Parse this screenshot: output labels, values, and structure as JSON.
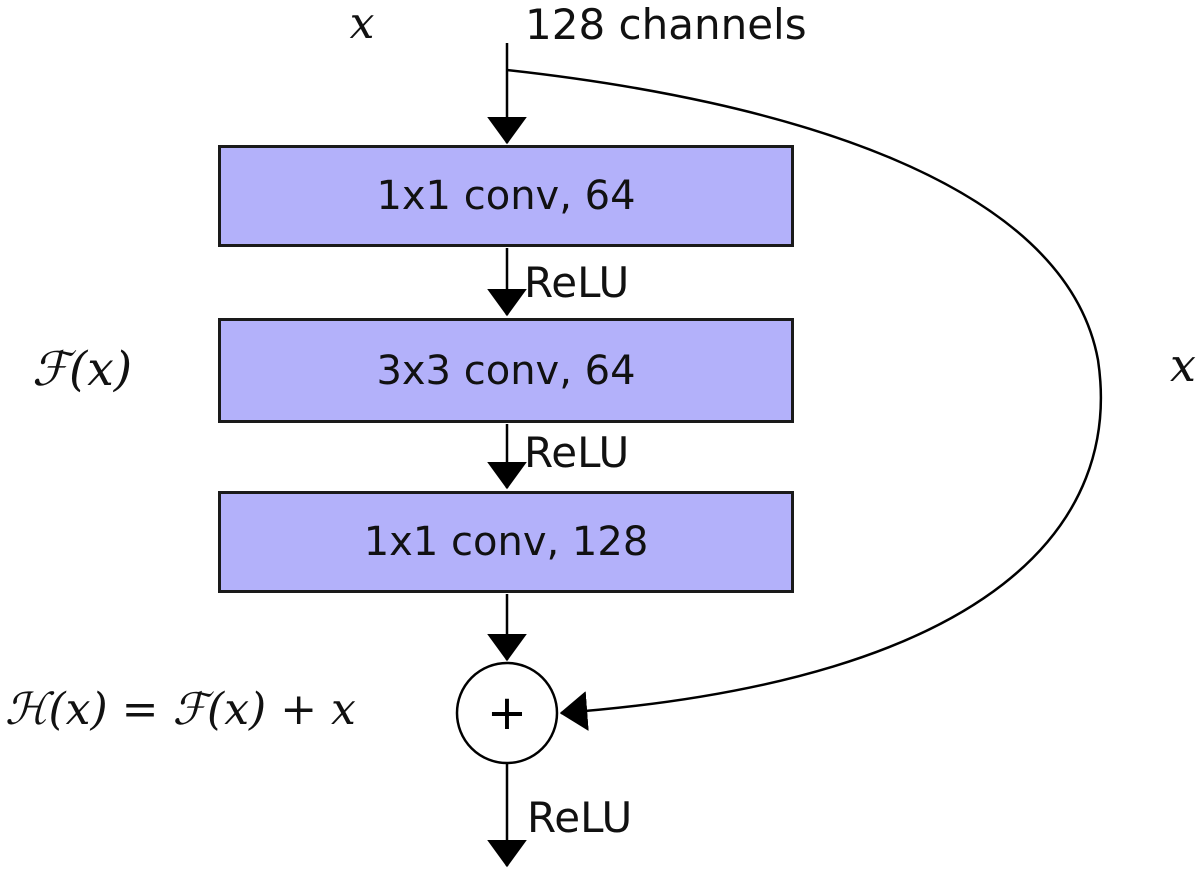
{
  "diagram": {
    "type": "residual-block",
    "input_label": "x",
    "input_channels_label": "128 channels",
    "layers": [
      {
        "label": "1x1 conv, 64"
      },
      {
        "label": "3x3 conv, 64"
      },
      {
        "label": "1x1 conv, 128"
      }
    ],
    "relu_labels": [
      "ReLU",
      "ReLU",
      "ReLU"
    ],
    "skip_connection_label": "x",
    "residual_function_label": "ℱ(x)",
    "output_equation": "ℋ(x) = ℱ(x) + x",
    "plus_symbol": "+",
    "colors": {
      "box_fill": "#b3b1fa",
      "box_border": "#1a1a1a",
      "line": "#000000",
      "background": "#ffffff"
    }
  }
}
